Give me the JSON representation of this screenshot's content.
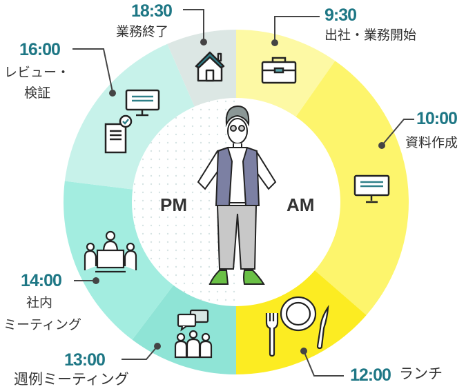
{
  "center": {
    "am_label": "AM",
    "pm_label": "PM"
  },
  "schedule": [
    {
      "time": "9:30",
      "label": "出社・業務開始",
      "icon": "briefcase-icon",
      "color": "#fdf9a4"
    },
    {
      "time": "10:00",
      "label": "資料作成",
      "icon": "monitor-icon",
      "color": "#fdf56c"
    },
    {
      "time": "12:00",
      "label": "ランチ",
      "icon": "plate-cutlery-icon",
      "color": "#fcec22"
    },
    {
      "time": "13:00",
      "label": "週例ミーティング",
      "icon": "group-chat-icon",
      "color": "#8fe4d6"
    },
    {
      "time": "14:00",
      "label_line1": "社内",
      "label_line2": "ミーティング",
      "icon": "meeting-table-icon",
      "color": "#a3ede0"
    },
    {
      "time": "16:00",
      "label_line1": "レビュー・",
      "label_line2": "検証",
      "icon": "review-document-icon",
      "color": "#c7f2ea"
    },
    {
      "time": "18:30",
      "label": "業務終了",
      "icon": "house-icon",
      "color": "#dce7e4"
    }
  ],
  "colors": {
    "time_text": "#1e7785",
    "label_text": "#333333"
  }
}
